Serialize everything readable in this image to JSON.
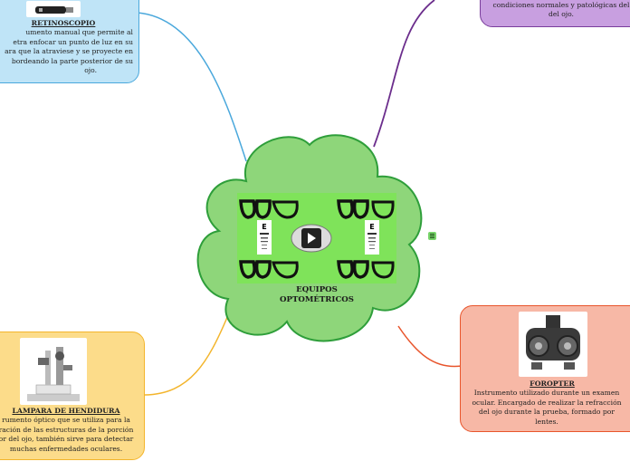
{
  "center": {
    "label_line1": "EQUIPOS",
    "label_line2": "OPTOMÉTRICOS",
    "image_icon": "glasses-eye-chart-video"
  },
  "nodes": {
    "retinoscopio": {
      "title": "RETINOSCOPIO",
      "desc_lines": [
        "umento manual que permite al",
        "etra enfocar un punto de luz en su",
        "ara que la atraviese y se proyecte en",
        "bordeando la parte posterior de su",
        "ojo."
      ],
      "color": "#bfe4f7",
      "border": "#4aa8dc",
      "icon": "retinoscope-icon"
    },
    "top_right": {
      "desc_lines": [
        "condiciones normales y patológicas del",
        "del ojo."
      ],
      "color": "#c89fe0",
      "border": "#7a3d9c"
    },
    "lampara": {
      "title": "LAMPARA DE HENDIDURA",
      "desc_lines": [
        "rumento óptico que se utiliza para la",
        "ración de las estructuras de la porción",
        "or del ojo, también sirve para detectar",
        "muchas enfermedades oculares."
      ],
      "color": "#fcdc8a",
      "border": "#f3b52c",
      "icon": "slit-lamp-icon"
    },
    "foropter": {
      "title": "FOROPTER",
      "desc_lines": [
        "Instrumento utilizado durante un examen",
        "ocular. Encargado de realizar la refracción",
        "del ojo durante la prueba, formado por",
        "lentes."
      ],
      "color": "#f7b8a6",
      "border": "#e8552c",
      "icon": "phoropter-icon"
    }
  },
  "colors": {
    "cloud_fill": "#8ed67a",
    "cloud_stroke": "#2e9e3a",
    "link_blue": "#4aa8dc",
    "link_purple": "#6b2d8c",
    "link_orange": "#f3b52c",
    "link_red": "#e8552c"
  }
}
